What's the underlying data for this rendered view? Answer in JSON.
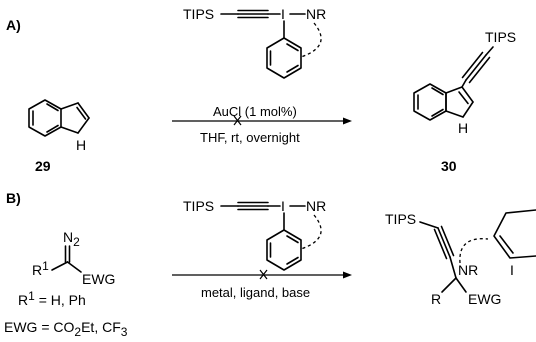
{
  "panel_a": {
    "label": "A)",
    "reagent": {
      "tips": "TIPS",
      "iodine": "I",
      "nr": "NR"
    },
    "indole_nh": "H",
    "substrate_number": "29",
    "conditions_top": "AuCl (1 mol%)",
    "conditions_bottom": "THF, rt, overnight",
    "product": {
      "tips": "TIPS",
      "nh": "H"
    },
    "product_number": "30"
  },
  "panel_b": {
    "label": "B)",
    "reagent": {
      "tips": "TIPS",
      "iodine": "I",
      "nr": "NR"
    },
    "diazo": {
      "n2": "N",
      "n2_sub": "2",
      "r1": "R",
      "r1_sup": "1",
      "ewg": "EWG"
    },
    "r1_def": {
      "r": "R",
      "sup": "1",
      "rest": " = H, Ph"
    },
    "ewg_def": {
      "lead": "EWG = CO",
      "sub1": "2",
      "mid": "Et, CF",
      "sub2": "3"
    },
    "conditions": "metal, ligand, base",
    "product": {
      "tips": "TIPS",
      "nr": "NR",
      "r": "R",
      "ewg": "EWG",
      "iodine": "I"
    }
  }
}
